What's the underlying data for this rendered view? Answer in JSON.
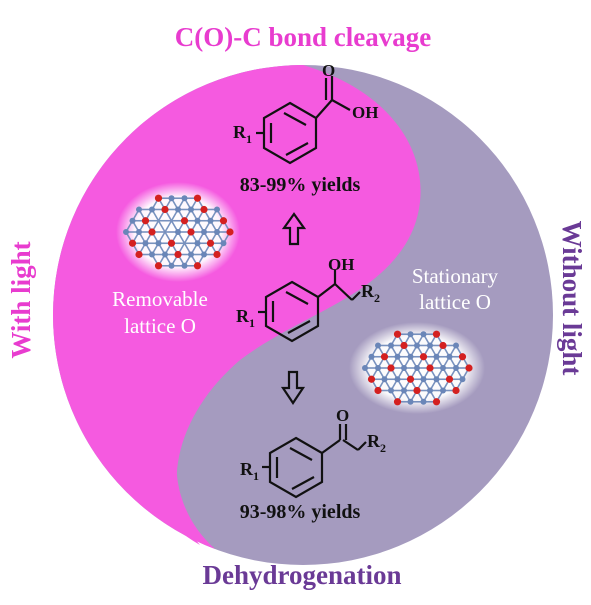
{
  "labels": {
    "top": "C(O)-C bond cleavage",
    "bottom": "Dehydrogenation",
    "left": "With light",
    "right": "Without light",
    "left_region": [
      "Removable",
      "lattice O"
    ],
    "right_region": [
      "Stationary",
      "lattice O"
    ],
    "yield_top": "83-99% yields",
    "yield_bottom": "93-98% yields"
  },
  "molecules": {
    "top": {
      "substituent": "R",
      "sub_index": "1",
      "group": "OH"
    },
    "middle": {
      "hydroxyl": "OH",
      "substituent": "R",
      "sub_index": "1",
      "chain": "R",
      "chain_index": "2"
    },
    "bottom": {
      "carbonyl": "O",
      "substituent": "R",
      "sub_index": "1",
      "chain": "R",
      "chain_index": "2"
    }
  },
  "colors": {
    "magenta": "#f55ae0",
    "lavender": "#a59bbf",
    "top_text": "#e83ccf",
    "bottom_text": "#6a3a96",
    "left_text": "#e83ccf",
    "right_text": "#6a3a96",
    "lattice_red": "#d42020",
    "lattice_blue": "#6a86b8"
  }
}
